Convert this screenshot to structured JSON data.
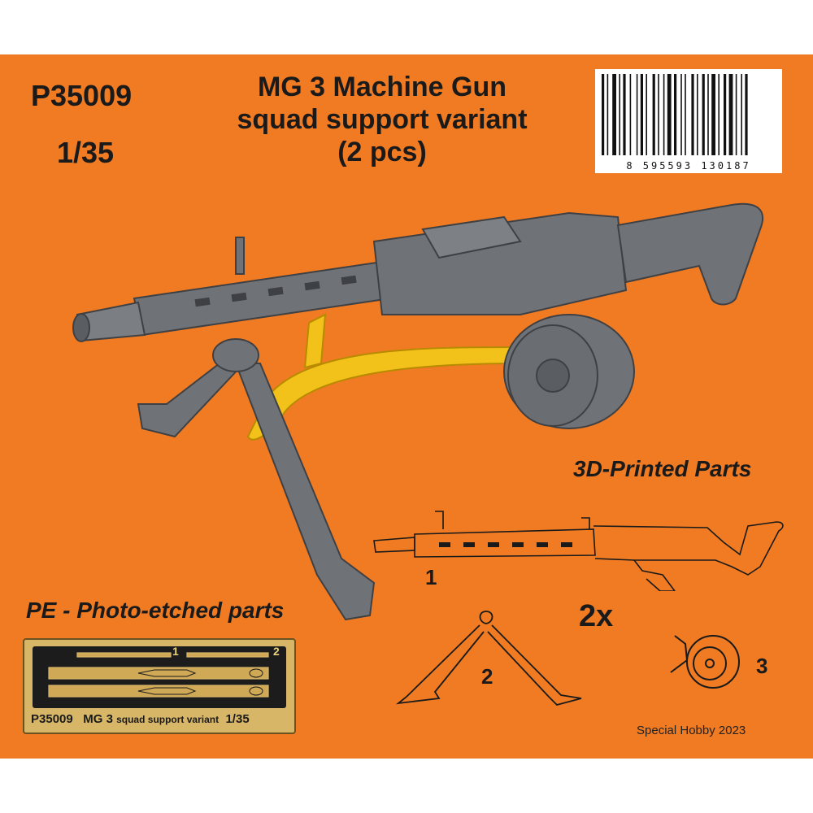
{
  "product": {
    "code": "P35009",
    "scale": "1/35",
    "title_lines": [
      "MG 3 Machine Gun",
      "squad support variant",
      "(2 pcs)"
    ],
    "barcode_number": "8 595593 130187"
  },
  "sections": {
    "printed_parts_label": "3D-Printed Parts",
    "pe_label": "PE - Photo-etched parts",
    "quantity": "2x",
    "part_numbers": [
      "1",
      "2",
      "3"
    ]
  },
  "fret": {
    "part_numbers": [
      "1",
      "2"
    ],
    "label_code": "P35009",
    "label_name": "MG 3",
    "label_desc": "squad support variant",
    "label_scale": "1/35"
  },
  "copyright": "Special Hobby 2023",
  "colors": {
    "background": "#f07b22",
    "model_grey": "#6f7378",
    "pe_brass": "#d8b667",
    "sling_yellow": "#f2c21b"
  }
}
